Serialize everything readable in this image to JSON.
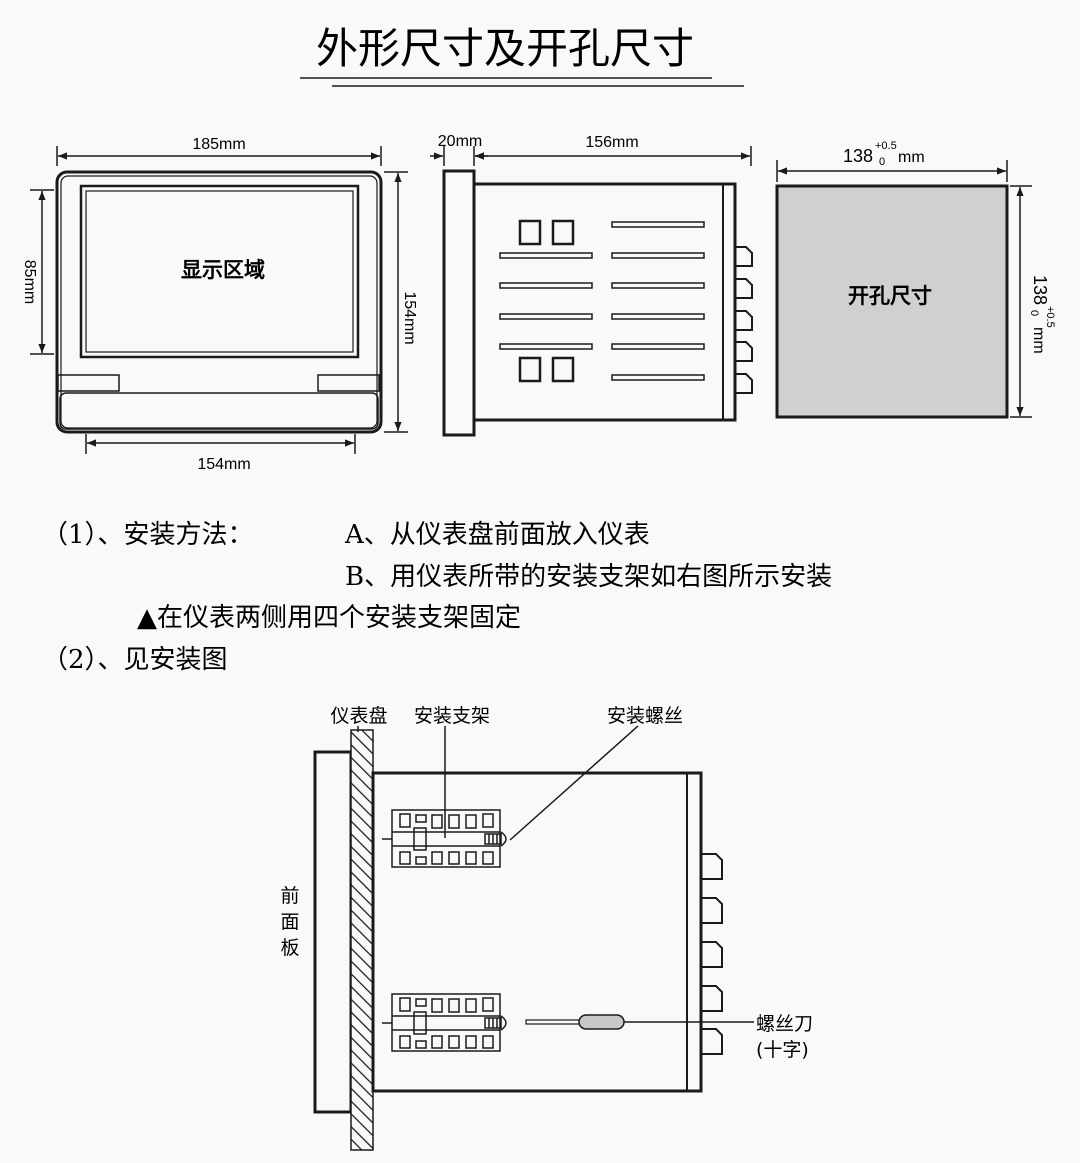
{
  "title": "外形尺寸及开孔尺寸",
  "front_view": {
    "width_label": "185mm",
    "inner_width_label": "154mm",
    "height_label": "154mm",
    "display_height_label": "85mm",
    "display_label": "显示区域"
  },
  "side_view": {
    "panel_depth_label": "20mm",
    "body_depth_label": "156mm"
  },
  "cutout": {
    "size_main": "138",
    "tol_upper": "+0.5",
    "tol_lower": "0",
    "unit": "mm",
    "label": "开孔尺寸"
  },
  "text": {
    "line1_prefix": "（1）、安装方法：",
    "line1_a": "A、从仪表盘前面放入仪表",
    "line1_b": "B、用仪表所带的安装支架如右图所示安装",
    "note": "▲在仪表两侧用四个安装支架固定",
    "line2": "（2）、见安装图"
  },
  "install_diagram": {
    "panel_label": "仪表盘",
    "bracket_label": "安装支架",
    "screw_label": "安装螺丝",
    "front_panel_label": [
      "前",
      "面",
      "板"
    ],
    "screwdriver_label": "螺丝刀",
    "screwdriver_type": "(十字)"
  },
  "colors": {
    "line": "#1a1a1a",
    "cutout_fill": "#d0d0d0",
    "background": "#f9f9f9"
  }
}
